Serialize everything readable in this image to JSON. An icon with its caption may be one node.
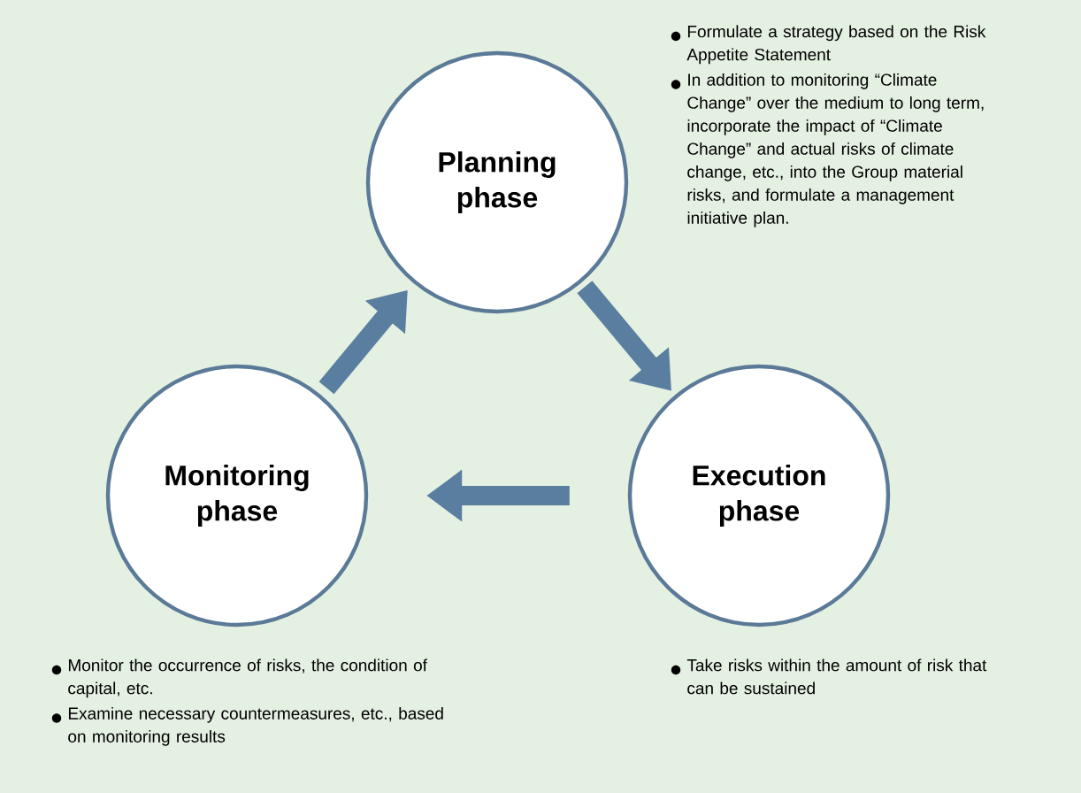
{
  "diagram": {
    "nodes": [
      {
        "text": [
          "Planning phase"
        ],
        "beside": [
          "Formulate a strategy based on the Risk Appetite Statement",
          "In addition to monitoring “Climate Change” over the medium to long term, incorporate the impact of “Climate Change” and actual risks of climate change, etc., into the Group material risks, and formulate a management initiative plan."
        ]
      },
      {
        "text": [
          "Execution phase"
        ],
        "beside": [
          "Take risks within the amount of risk that can be sustained"
        ]
      },
      {
        "text": [
          "Monitoring phase"
        ],
        "beside": [
          "Monitor the occurrence of risks, the condition of capital, etc.",
          "Examine necessary countermeasures, etc., based on monitoring results"
        ]
      }
    ],
    "edges": [
      {
        "from": 0,
        "to": 1,
        "arrow": "to"
      },
      {
        "from": 1,
        "to": 2,
        "arrow": "to"
      },
      {
        "from": 2,
        "to": 0,
        "arrow": "to"
      }
    ]
  }
}
